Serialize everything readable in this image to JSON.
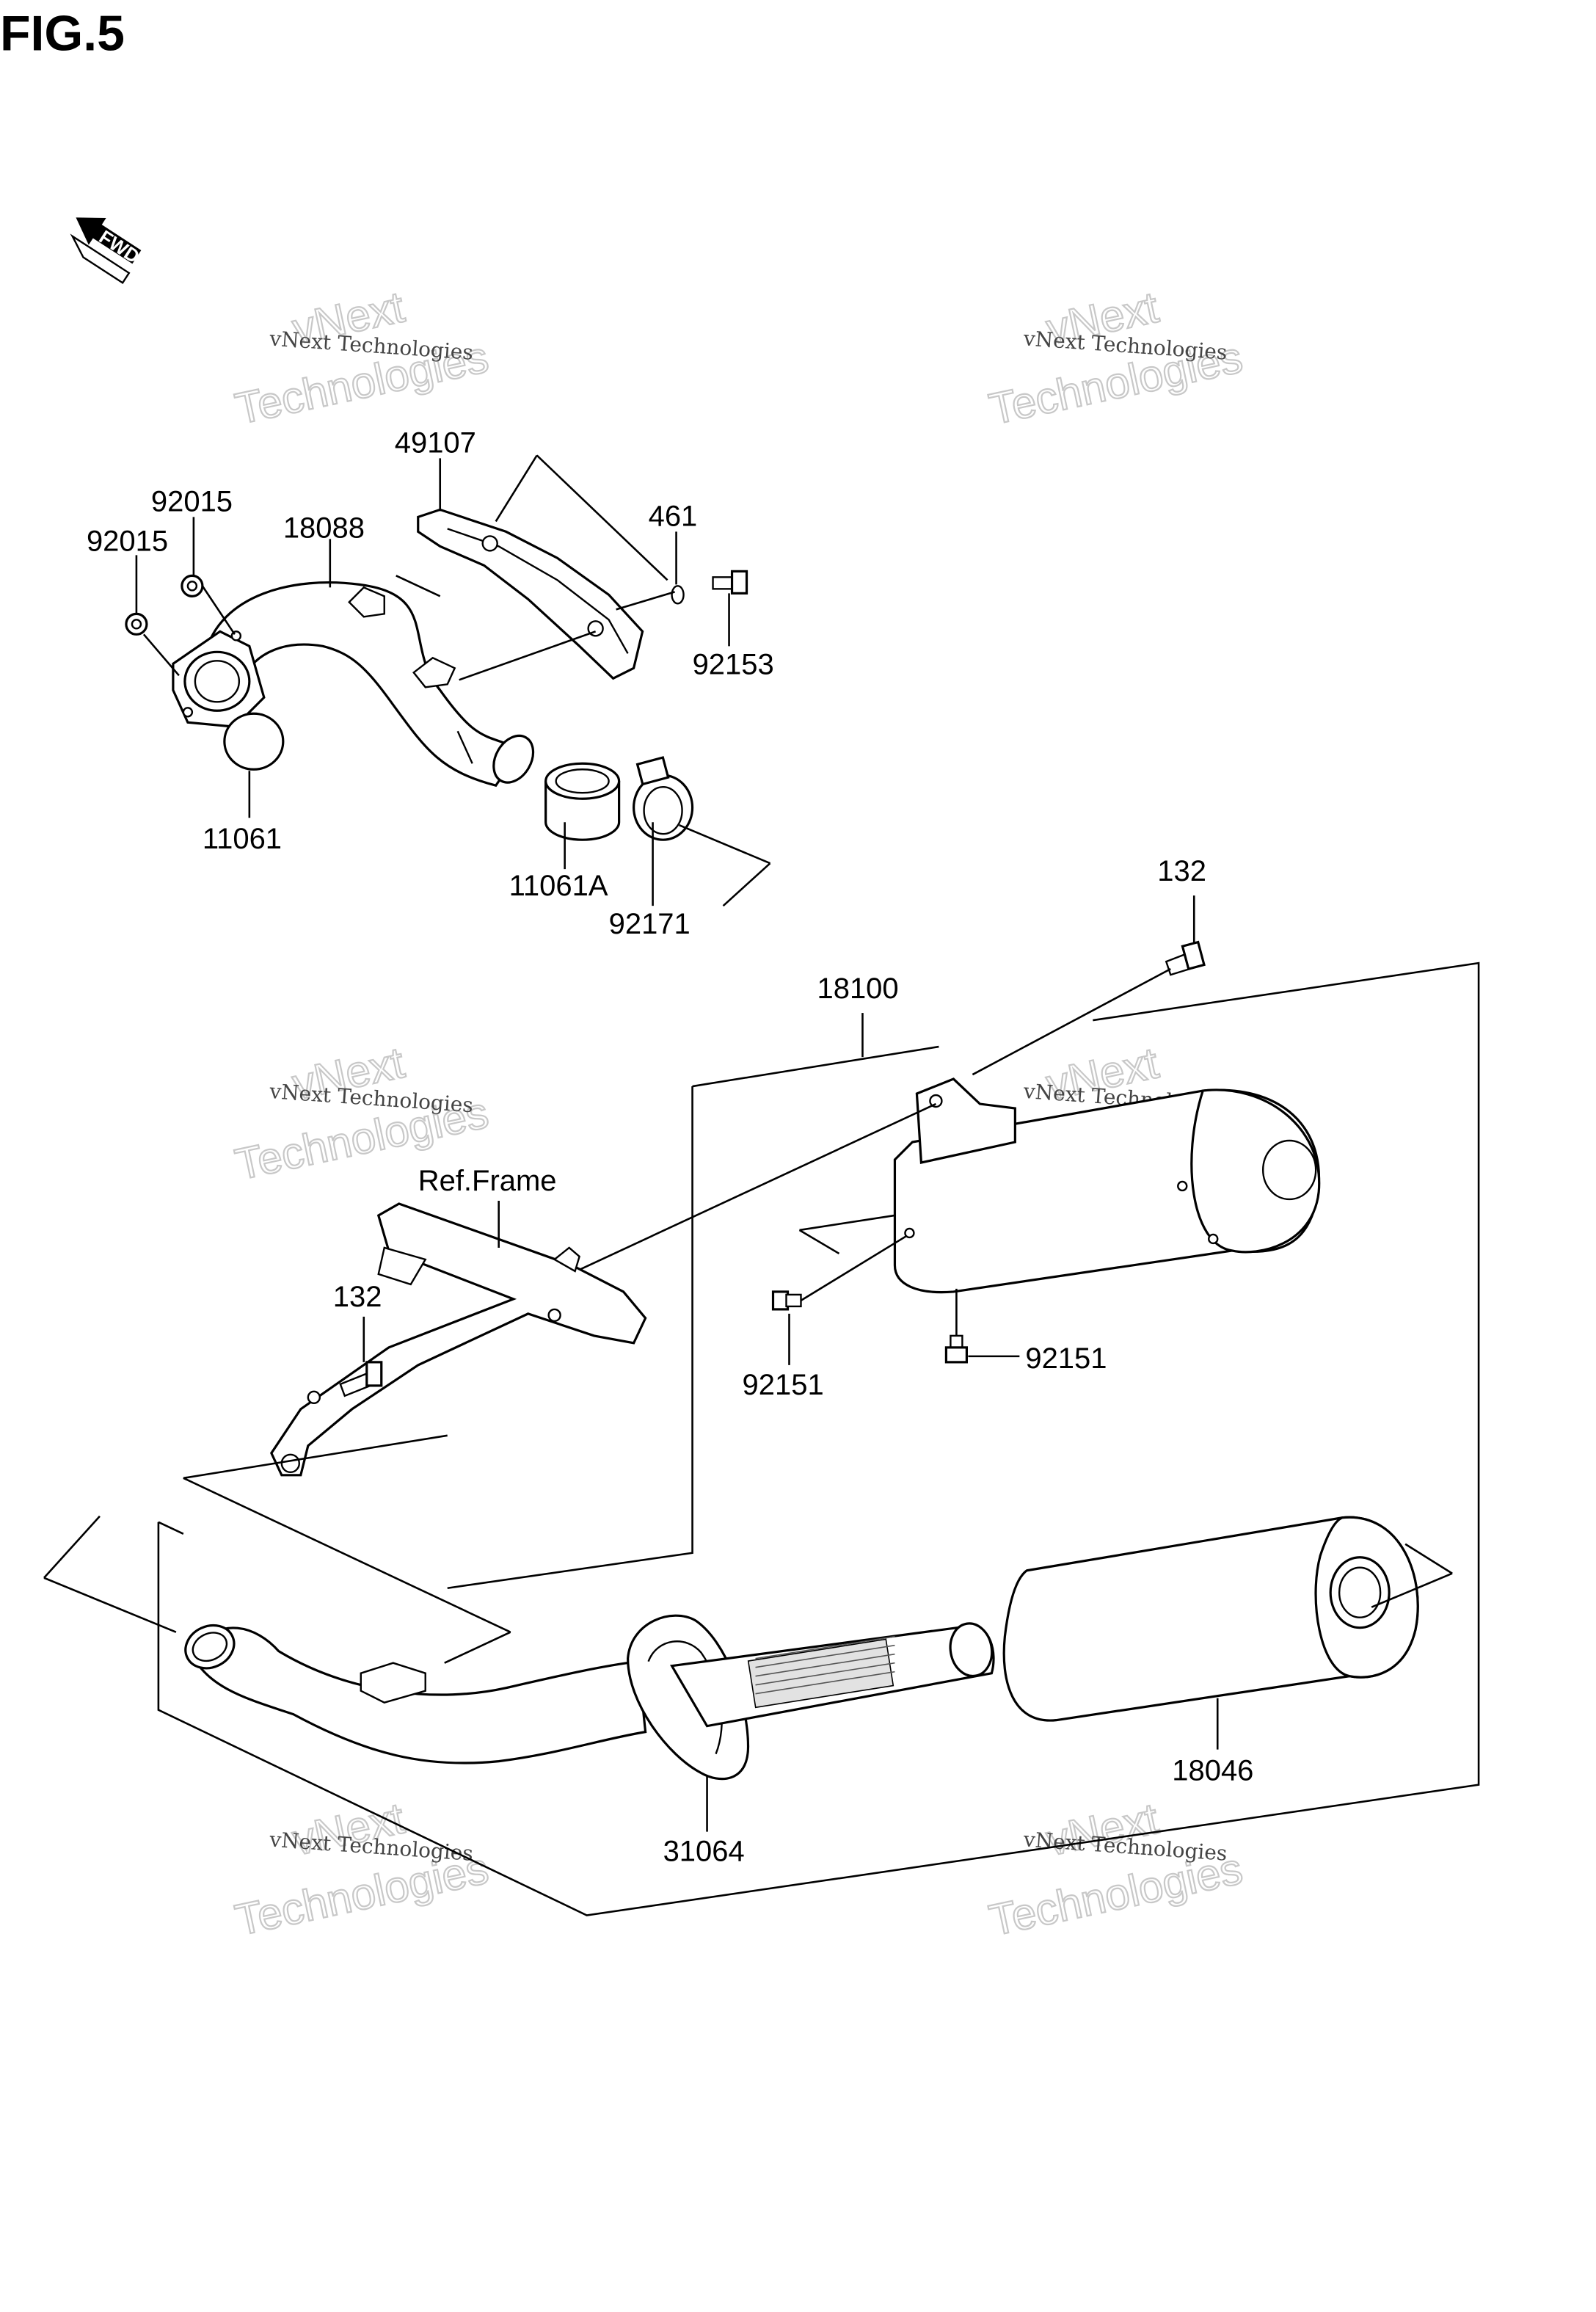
{
  "figure": {
    "title": "FIG.5"
  },
  "fwd_marker": {
    "text": "FWD",
    "icon": "fwd-arrow-icon"
  },
  "watermark": {
    "small": "vNext Technologies",
    "big_top": "vNext",
    "big_bottom": "Technologies"
  },
  "parts": {
    "p49107": "49107",
    "p92015a": "92015",
    "p92015b": "92015",
    "p18088": "18088",
    "p461": "461",
    "p92153": "92153",
    "p11061": "11061",
    "p11061A": "11061A",
    "p92171": "92171",
    "p132a": "132",
    "p18100": "18100",
    "pRefFrame": "Ref.Frame",
    "p132b": "132",
    "p92151a": "92151",
    "p92151b": "92151",
    "p18046": "18046",
    "p31064": "31064"
  }
}
